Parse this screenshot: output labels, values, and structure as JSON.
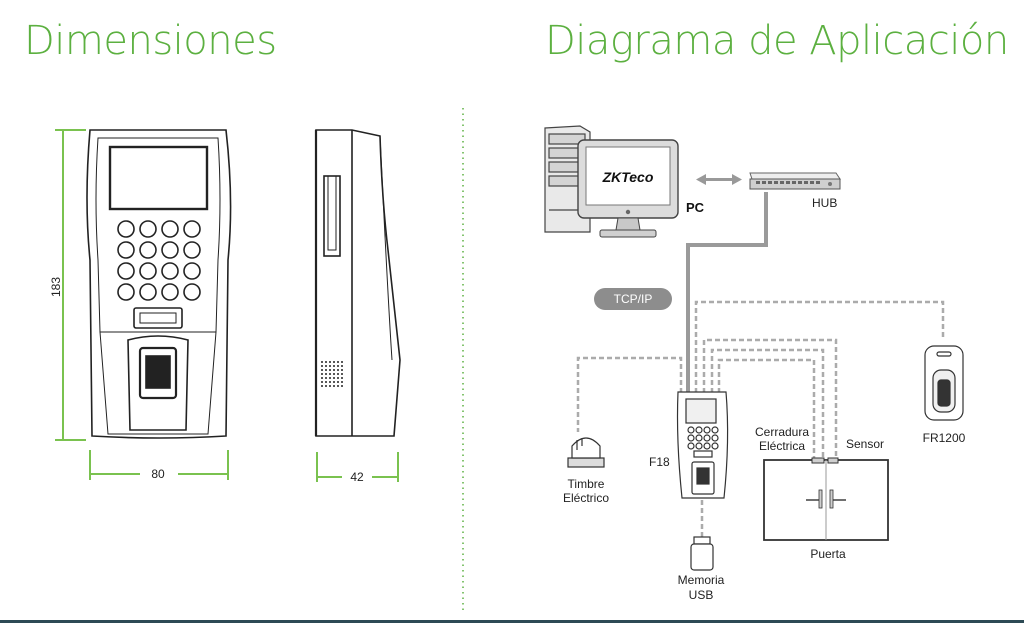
{
  "titles": {
    "dimensions": "Dimensiones",
    "application": "Diagrama de Aplicación"
  },
  "dimensions": {
    "height": "183",
    "width": "80",
    "depth": "42"
  },
  "diagram": {
    "pc": "PC",
    "brand": "ZKTeco",
    "hub": "HUB",
    "protocol": "TCP/IP",
    "device": "F18",
    "bell_line1": "Timbre",
    "bell_line2": "Eléctrico",
    "lock_line1": "Cerradura",
    "lock_line2": "Eléctrica",
    "sensor": "Sensor",
    "door": "Puerta",
    "reader": "FR1200",
    "usb_line1": "Memoria",
    "usb_line2": "USB"
  },
  "colors": {
    "accent": "#5cb040",
    "line": "#8c8c8c",
    "dashed": "#a8a8a8"
  }
}
